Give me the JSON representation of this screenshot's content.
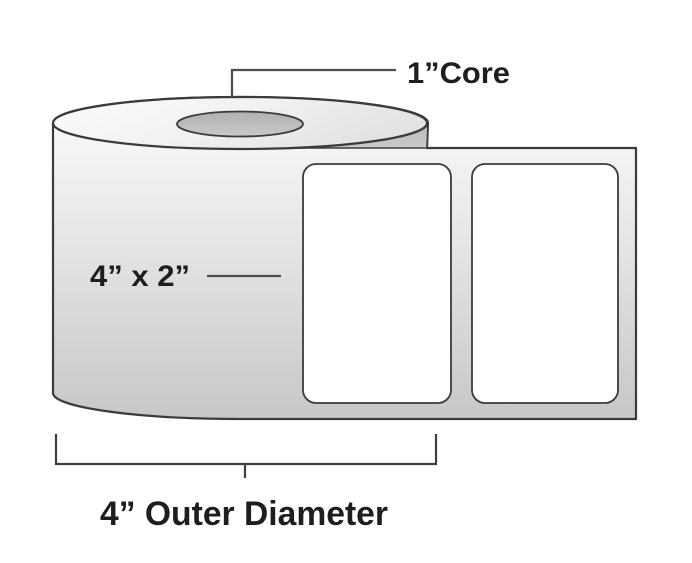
{
  "diagram": {
    "type": "product-dimension-diagram",
    "subject": "thermal label roll with two labels on liner strip",
    "annotations": {
      "core": {
        "label": "1”Core",
        "points_to": "roll-core"
      },
      "label_size": {
        "label": "4” x 2”",
        "points_to": "first-label"
      },
      "outer_diameter": {
        "label": "4” Outer Diameter",
        "points_to": "roll-width-bracket"
      }
    },
    "labels_visible": 2,
    "colors": {
      "outline": "#3b3b3b",
      "leader_line": "#4d4d4d",
      "bracket": "#404040",
      "text": "#1e1e1e",
      "body_light": "#fafafa",
      "body_dark": "#c7c7c7",
      "top_face_light": "#fcfcfc",
      "top_face_dark": "#e3e3e3",
      "core_dark": "#b2afb2",
      "core_light": "#cac8ca",
      "side_sliver": "#c2c2c2",
      "label_fill": "#ffffff",
      "background": "#ffffff"
    }
  }
}
